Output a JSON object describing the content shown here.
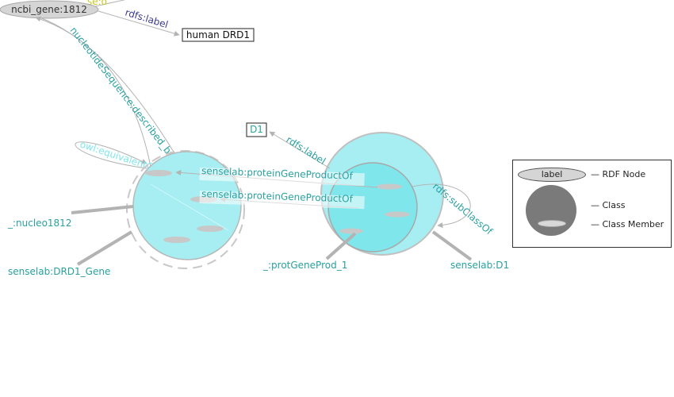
{
  "nodes": {
    "ncbi_gene": "ncbi_gene:1812",
    "human_drd1": "human DRD1",
    "d1_literal": "D1",
    "nucleo": "_:nucleo1812",
    "drd1_gene": "senselab:DRD1_Gene",
    "protgeneprod": "_:protGeneProd_1",
    "senselab_d1": "senselab:D1",
    "partial_top": "se:o"
  },
  "edges": {
    "rdfs_label_top": "rdfs:label",
    "nucleotide_seq": "nucleotideSequence:described_by",
    "rdfs_label_d1": "rdfs:label",
    "protein_gp_1": "senselab:proteinGeneProductOf",
    "protein_gp_2": "senselab:proteinGeneProductOf",
    "rdfs_subclass": "rdfs:subClassOf",
    "owl_equiv": "owl:equivalentClass"
  },
  "legend": {
    "node_label": "label",
    "rdf_node": "— RDF Node",
    "class": "— Class",
    "class_member": "— Class Member"
  },
  "colors": {
    "teal_text": "#2aa0a0",
    "purple_text": "#3a3a90",
    "class_fill": "#a6eef2",
    "class_inner": "#7fe6ec",
    "edge": "#b3b3b3",
    "node_fill": "#d5d5d5",
    "legend_class": "#7a7a7a"
  }
}
